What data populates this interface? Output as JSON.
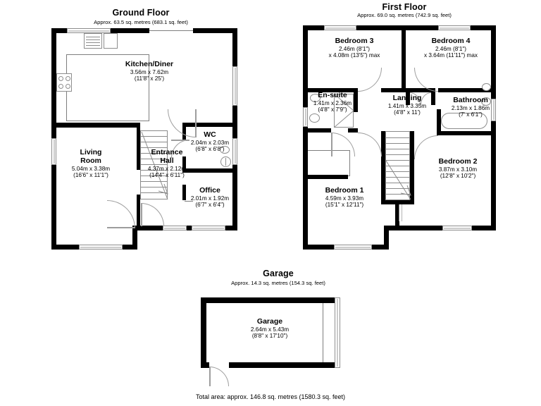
{
  "document": {
    "type": "floorplan",
    "total_area": "Total area: approx. 146.8 sq. metres (1580.3 sq. feet)"
  },
  "floors": [
    {
      "id": "ground-floor",
      "title": "Ground Floor",
      "subtitle": "Approx. 63.5 sq. metres (683.1 sq. feet)",
      "rooms": [
        {
          "id": "kitchen-diner",
          "name": "Kitchen/Diner",
          "dim_metric": "3.56m x 7.62m",
          "dim_imperial": "(11'8\" x 25')"
        },
        {
          "id": "living-room",
          "name": "Living Room",
          "name_line1": "Living",
          "name_line2": "Room",
          "dim_metric": "5.04m x 3.38m",
          "dim_imperial": "(16'6\" x 11'1\")"
        },
        {
          "id": "entrance-hall",
          "name": "Entrance Hall",
          "name_line1": "Entrance",
          "name_line2": "Hall",
          "dim_metric": "4.37m x 2.12m",
          "dim_imperial": "(14'4\" x 6'11\")"
        },
        {
          "id": "wc",
          "name": "WC",
          "dim_metric": "2.04m x 2.03m",
          "dim_imperial": "(6'8\" x 6'8\")"
        },
        {
          "id": "office",
          "name": "Office",
          "dim_metric": "2.01m x 1.92m",
          "dim_imperial": "(6'7\" x 6'4\")"
        }
      ]
    },
    {
      "id": "first-floor",
      "title": "First Floor",
      "subtitle": "Approx. 69.0 sq. metres (742.9 sq. feet)",
      "rooms": [
        {
          "id": "bedroom-3",
          "name": "Bedroom 3",
          "dim_metric": "2.46m (8'1\")",
          "dim_imperial": "x 4.08m (13'5\") max"
        },
        {
          "id": "bedroom-4",
          "name": "Bedroom 4",
          "dim_metric": "2.46m (8'1\")",
          "dim_imperial": "x 3.64m (11'11\") max"
        },
        {
          "id": "en-suite",
          "name": "En-suite",
          "dim_metric": "1.41m x 2.36m",
          "dim_imperial": "(4'8\" x 7'9\")"
        },
        {
          "id": "landing",
          "name": "Landing",
          "dim_metric": "1.41m x 3.35m",
          "dim_imperial": "(4'8\" x 11')"
        },
        {
          "id": "bathroom",
          "name": "Bathroom",
          "dim_metric": "2.13m x 1.86m",
          "dim_imperial": "(7' x 6'1\")"
        },
        {
          "id": "bedroom-2",
          "name": "Bedroom 2",
          "dim_metric": "3.87m x 3.10m",
          "dim_imperial": "(12'8\" x 10'2\")"
        },
        {
          "id": "bedroom-1",
          "name": "Bedroom 1",
          "dim_metric": "4.59m x 3.93m",
          "dim_imperial": "(15'1\" x 12'11\")"
        }
      ]
    },
    {
      "id": "garage-plan",
      "title": "Garage",
      "subtitle": "Approx. 14.3 sq. metres (154.3 sq. feet)",
      "rooms": [
        {
          "id": "garage",
          "name": "Garage",
          "dim_metric": "2.64m x 5.43m",
          "dim_imperial": "(8'8\" x 17'10\")"
        }
      ]
    }
  ],
  "colors": {
    "wall": "#000000",
    "background": "#ffffff",
    "thin_line": "#8d8d8d",
    "text": "#000000"
  }
}
